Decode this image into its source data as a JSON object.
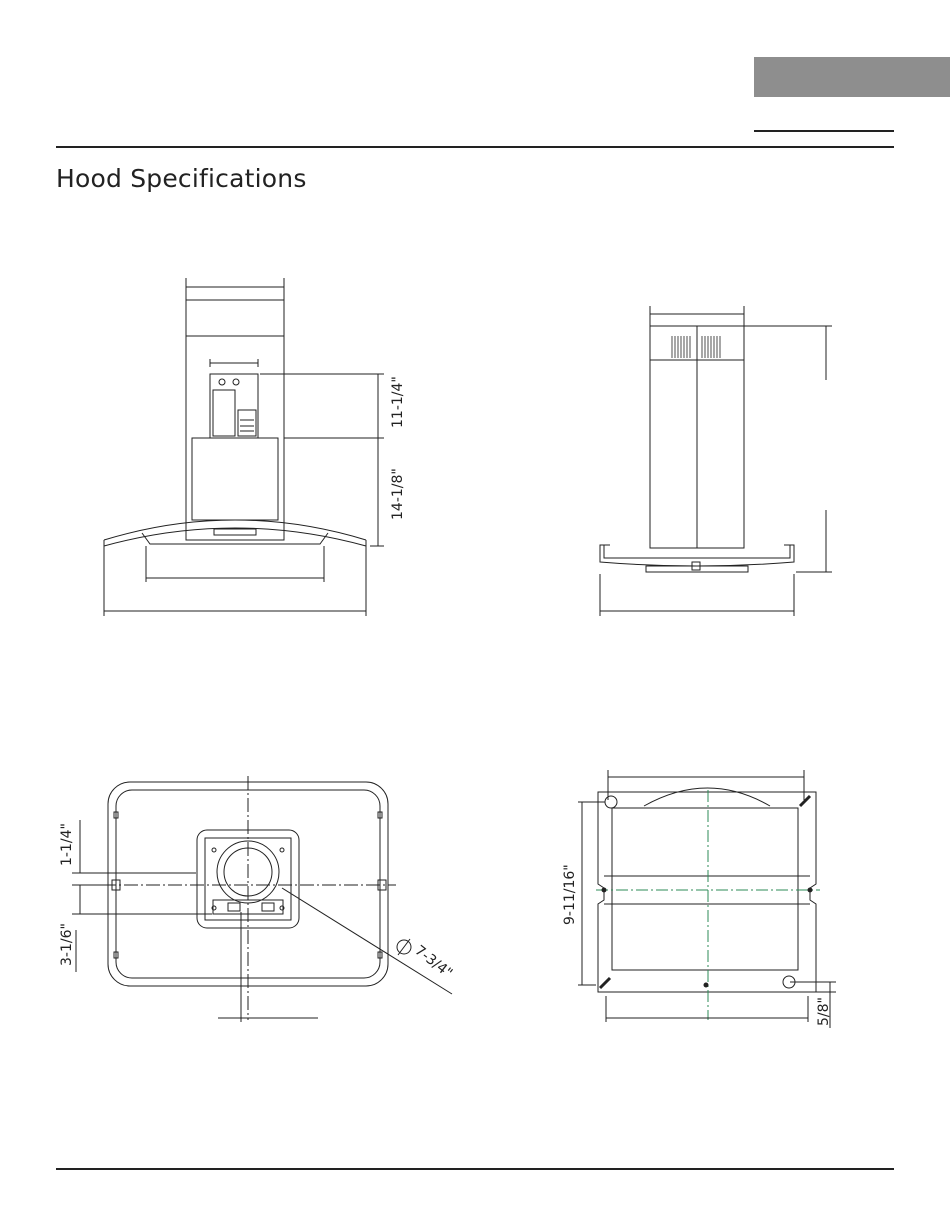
{
  "page": {
    "title": "Hood Specifications"
  },
  "front_view": {
    "dim_upper": "11-1/4\"",
    "dim_lower": "14-1/8\""
  },
  "bottom_view": {
    "dim_top": "1-1/4\"",
    "dim_bottom": "3-1/6\"",
    "dim_duct": "7-3/4\""
  },
  "bracket_view": {
    "dim_height": "9-11/16\"",
    "dim_offset": "5/8\""
  },
  "colors": {
    "line": "#222222",
    "tab": "#8e8e8e",
    "centerline": "#2e8b57"
  }
}
